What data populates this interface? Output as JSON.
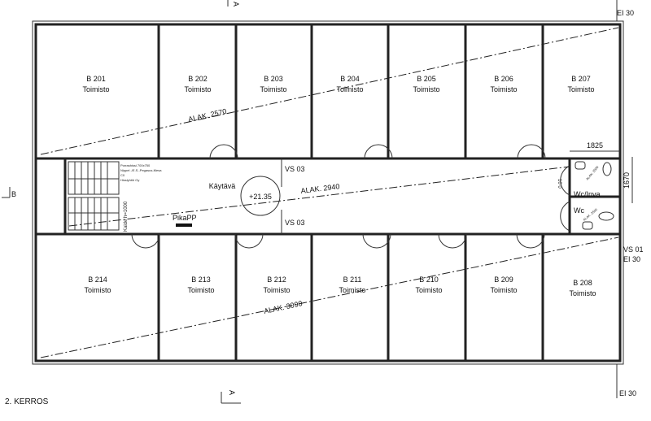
{
  "title": "2. KERROS",
  "rooms_top": [
    {
      "id": "B 201",
      "use": "Toimisto"
    },
    {
      "id": "B 202",
      "use": "Toimisto"
    },
    {
      "id": "B 203",
      "use": "Toimisto"
    },
    {
      "id": "B 204",
      "use": "Toimisto"
    },
    {
      "id": "B 205",
      "use": "Toimisto"
    },
    {
      "id": "B 206",
      "use": "Toimisto"
    },
    {
      "id": "B 207",
      "use": "Toimisto"
    }
  ],
  "rooms_bottom": [
    {
      "id": "B 214",
      "use": "Toimisto"
    },
    {
      "id": "B 213",
      "use": "Toimisto"
    },
    {
      "id": "B 212",
      "use": "Toimisto"
    },
    {
      "id": "B 211",
      "use": "Toimisto"
    },
    {
      "id": "B 210",
      "use": "Toimisto"
    },
    {
      "id": "B 209",
      "use": "Toimisto"
    },
    {
      "id": "B 208",
      "use": "Toimisto"
    }
  ],
  "corridor": {
    "name": "Käytävä",
    "level": "+21.35",
    "vs_top": "VS 03",
    "vs_bottom": "VS 03",
    "pikapp": "PikaPP",
    "railing": "Kaide h=1000"
  },
  "ceilings": {
    "top": "ALAK. 2570",
    "corridor": "ALAK. 2940",
    "bottom": "ALAK. 3090"
  },
  "stair_notes": [
    "Porrashissi 700x750",
    "Nippel -/E.S.-Pegasus-Mesa",
    "C0",
    "Hissiyhtiö Oy"
  ],
  "wc": {
    "inva": "Wc/Inva",
    "wc": "Wc",
    "door": "10 0",
    "width": "1825",
    "height": "1670",
    "ceil1": "ALAK. 2500",
    "ceil2": "ALAK. 2500"
  },
  "fire": {
    "top": "EI 30",
    "vs": "VS 01",
    "vs_ei": "EI 30",
    "bottom": "EI 30"
  },
  "section": {
    "a_top": "A",
    "a_bottom": "A",
    "b_left": "B"
  }
}
